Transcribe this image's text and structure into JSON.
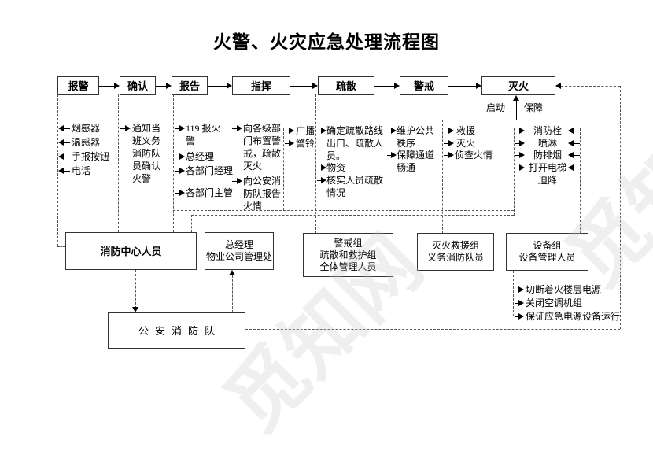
{
  "title": "火警、火灾应急处理流程图",
  "watermark": "觅知网",
  "flow": {
    "steps": [
      "报警",
      "确认",
      "报告",
      "指挥",
      "疏散",
      "警戒",
      "灭火"
    ],
    "start_label": "启动",
    "support_label": "保障"
  },
  "branches": {
    "alarm_sources": [
      "烟感器",
      "温感器",
      "手报按钮",
      "电话"
    ],
    "confirm": [
      "通知当班义务消防队员确认火警"
    ],
    "report": [
      "119 报火警",
      "总经理",
      "各部门经理",
      "各部门主管"
    ],
    "command": [
      "向各级部门布置警戒，疏散灭火",
      "向公安消防队报告火情"
    ],
    "notify": [
      "广播",
      "警铃"
    ],
    "evacuate": [
      "确定疏散路线出口、疏散人员。",
      "物资",
      "核实人员疏散情况"
    ],
    "guard": [
      "维护公共秩序",
      "保障通道畅通"
    ],
    "extinguish": [
      "救援",
      "灭火",
      "侦查火情"
    ],
    "support": [
      "消防栓",
      "喷淋",
      "防排烟",
      "打开电梯迫降"
    ],
    "equipment_actions": [
      "切断着火楼层电源",
      "关闭空调机组",
      "保证应急电源设备运行"
    ]
  },
  "groups": {
    "fire_center": "消防中心人员",
    "gm_lines": [
      "总经理",
      "物业公司管理处"
    ],
    "guard_group_lines": [
      "警戒组",
      "疏散和救护组",
      "全体管理人员"
    ],
    "rescue_group_lines": [
      "灭火救援组",
      "义务消防队员"
    ],
    "equipment_group_lines": [
      "设备组",
      "设备管理人员"
    ],
    "fire_brigade": "公安消防队"
  }
}
